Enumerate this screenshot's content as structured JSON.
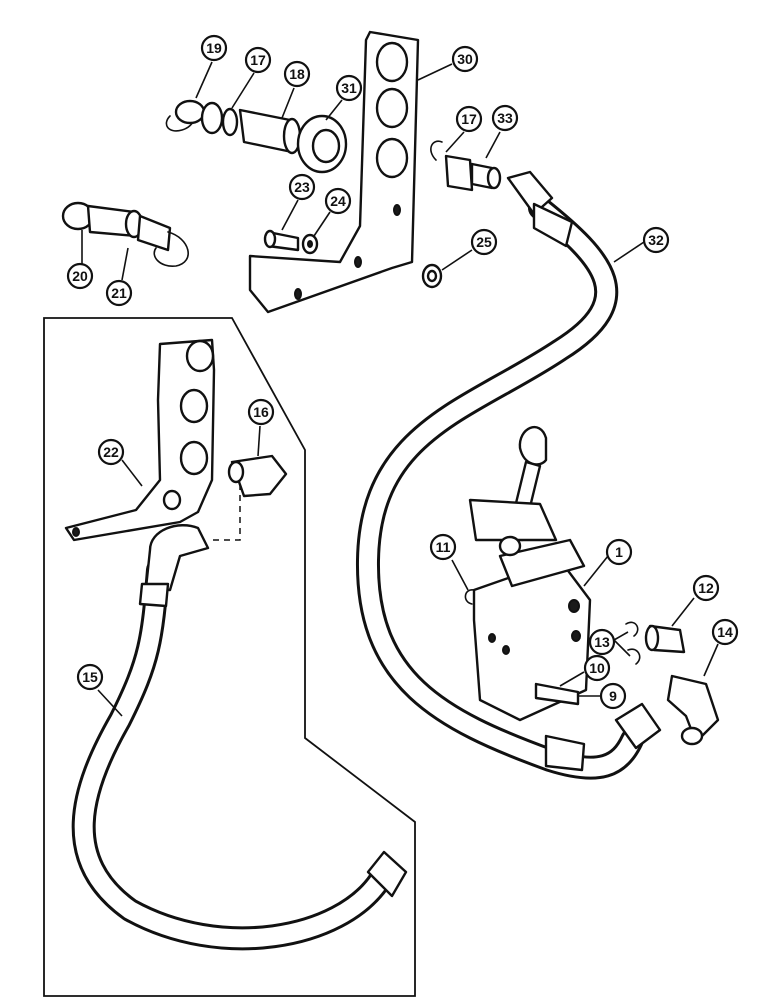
{
  "callouts": [
    {
      "id": "c1",
      "label": "1"
    },
    {
      "id": "c9",
      "label": "9"
    },
    {
      "id": "c10",
      "label": "10"
    },
    {
      "id": "c11",
      "label": "11"
    },
    {
      "id": "c12",
      "label": "12"
    },
    {
      "id": "c13",
      "label": "13"
    },
    {
      "id": "c14",
      "label": "14"
    },
    {
      "id": "c15",
      "label": "15"
    },
    {
      "id": "c16",
      "label": "16"
    },
    {
      "id": "c17a",
      "label": "17"
    },
    {
      "id": "c17b",
      "label": "17"
    },
    {
      "id": "c18",
      "label": "18"
    },
    {
      "id": "c19",
      "label": "19"
    },
    {
      "id": "c20",
      "label": "20"
    },
    {
      "id": "c21",
      "label": "21"
    },
    {
      "id": "c22",
      "label": "22"
    },
    {
      "id": "c23",
      "label": "23"
    },
    {
      "id": "c24",
      "label": "24"
    },
    {
      "id": "c25",
      "label": "25"
    },
    {
      "id": "c30",
      "label": "30"
    },
    {
      "id": "c31",
      "label": "31"
    },
    {
      "id": "c32",
      "label": "32"
    },
    {
      "id": "c33",
      "label": "33"
    }
  ]
}
